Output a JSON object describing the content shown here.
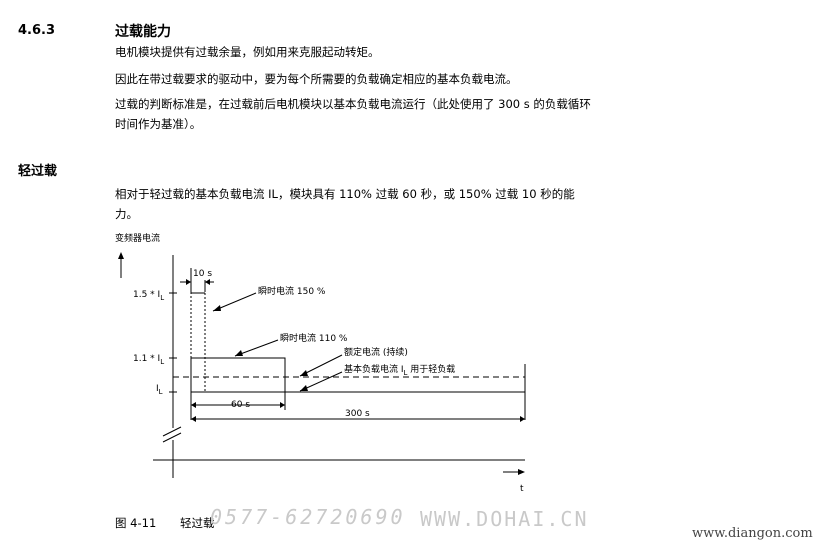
{
  "section": {
    "number": "4.6.3",
    "title": "过载能力",
    "paragraphs": [
      "电机模块提供有过载余量，例如用来克服起动转矩。",
      "因此在带过载要求的驱动中，要为每个所需要的负载确定相应的基本负载电流。",
      "过载的判断标准是，在过载前后电机模块以基本负载电流运行（此处使用了 300 s 的负载循环时间作为基准）。"
    ]
  },
  "subsection": {
    "title": "轻过载",
    "paragraph": "相对于轻过载的基本负载电流 IL，模块具有 110% 过载 60 秒，或 150% 过载 10 秒的能力。"
  },
  "figure": {
    "y_axis_title": "变频器电流",
    "tick_15": "1.5 * I",
    "tick_11": "1.1 * I",
    "tick_IL": "I",
    "subscript_L": "L",
    "dim_10s": "10 s",
    "dim_60s": "60 s",
    "dim_300s": "300 s",
    "ann_150": "瞬时电流 150 %",
    "ann_110": "瞬时电流  110 %",
    "ann_rated": "额定电流 (持续)",
    "ann_base": "基本负载电流 I",
    "ann_base_suffix": " 用于轻负载",
    "x_axis_label": "t",
    "label": "图 4-11",
    "caption": "轻过载"
  },
  "watermarks": {
    "phone": "0577-62720690",
    "site": "WWW.DOHAI.CN",
    "site2": "www.diangon.com"
  }
}
